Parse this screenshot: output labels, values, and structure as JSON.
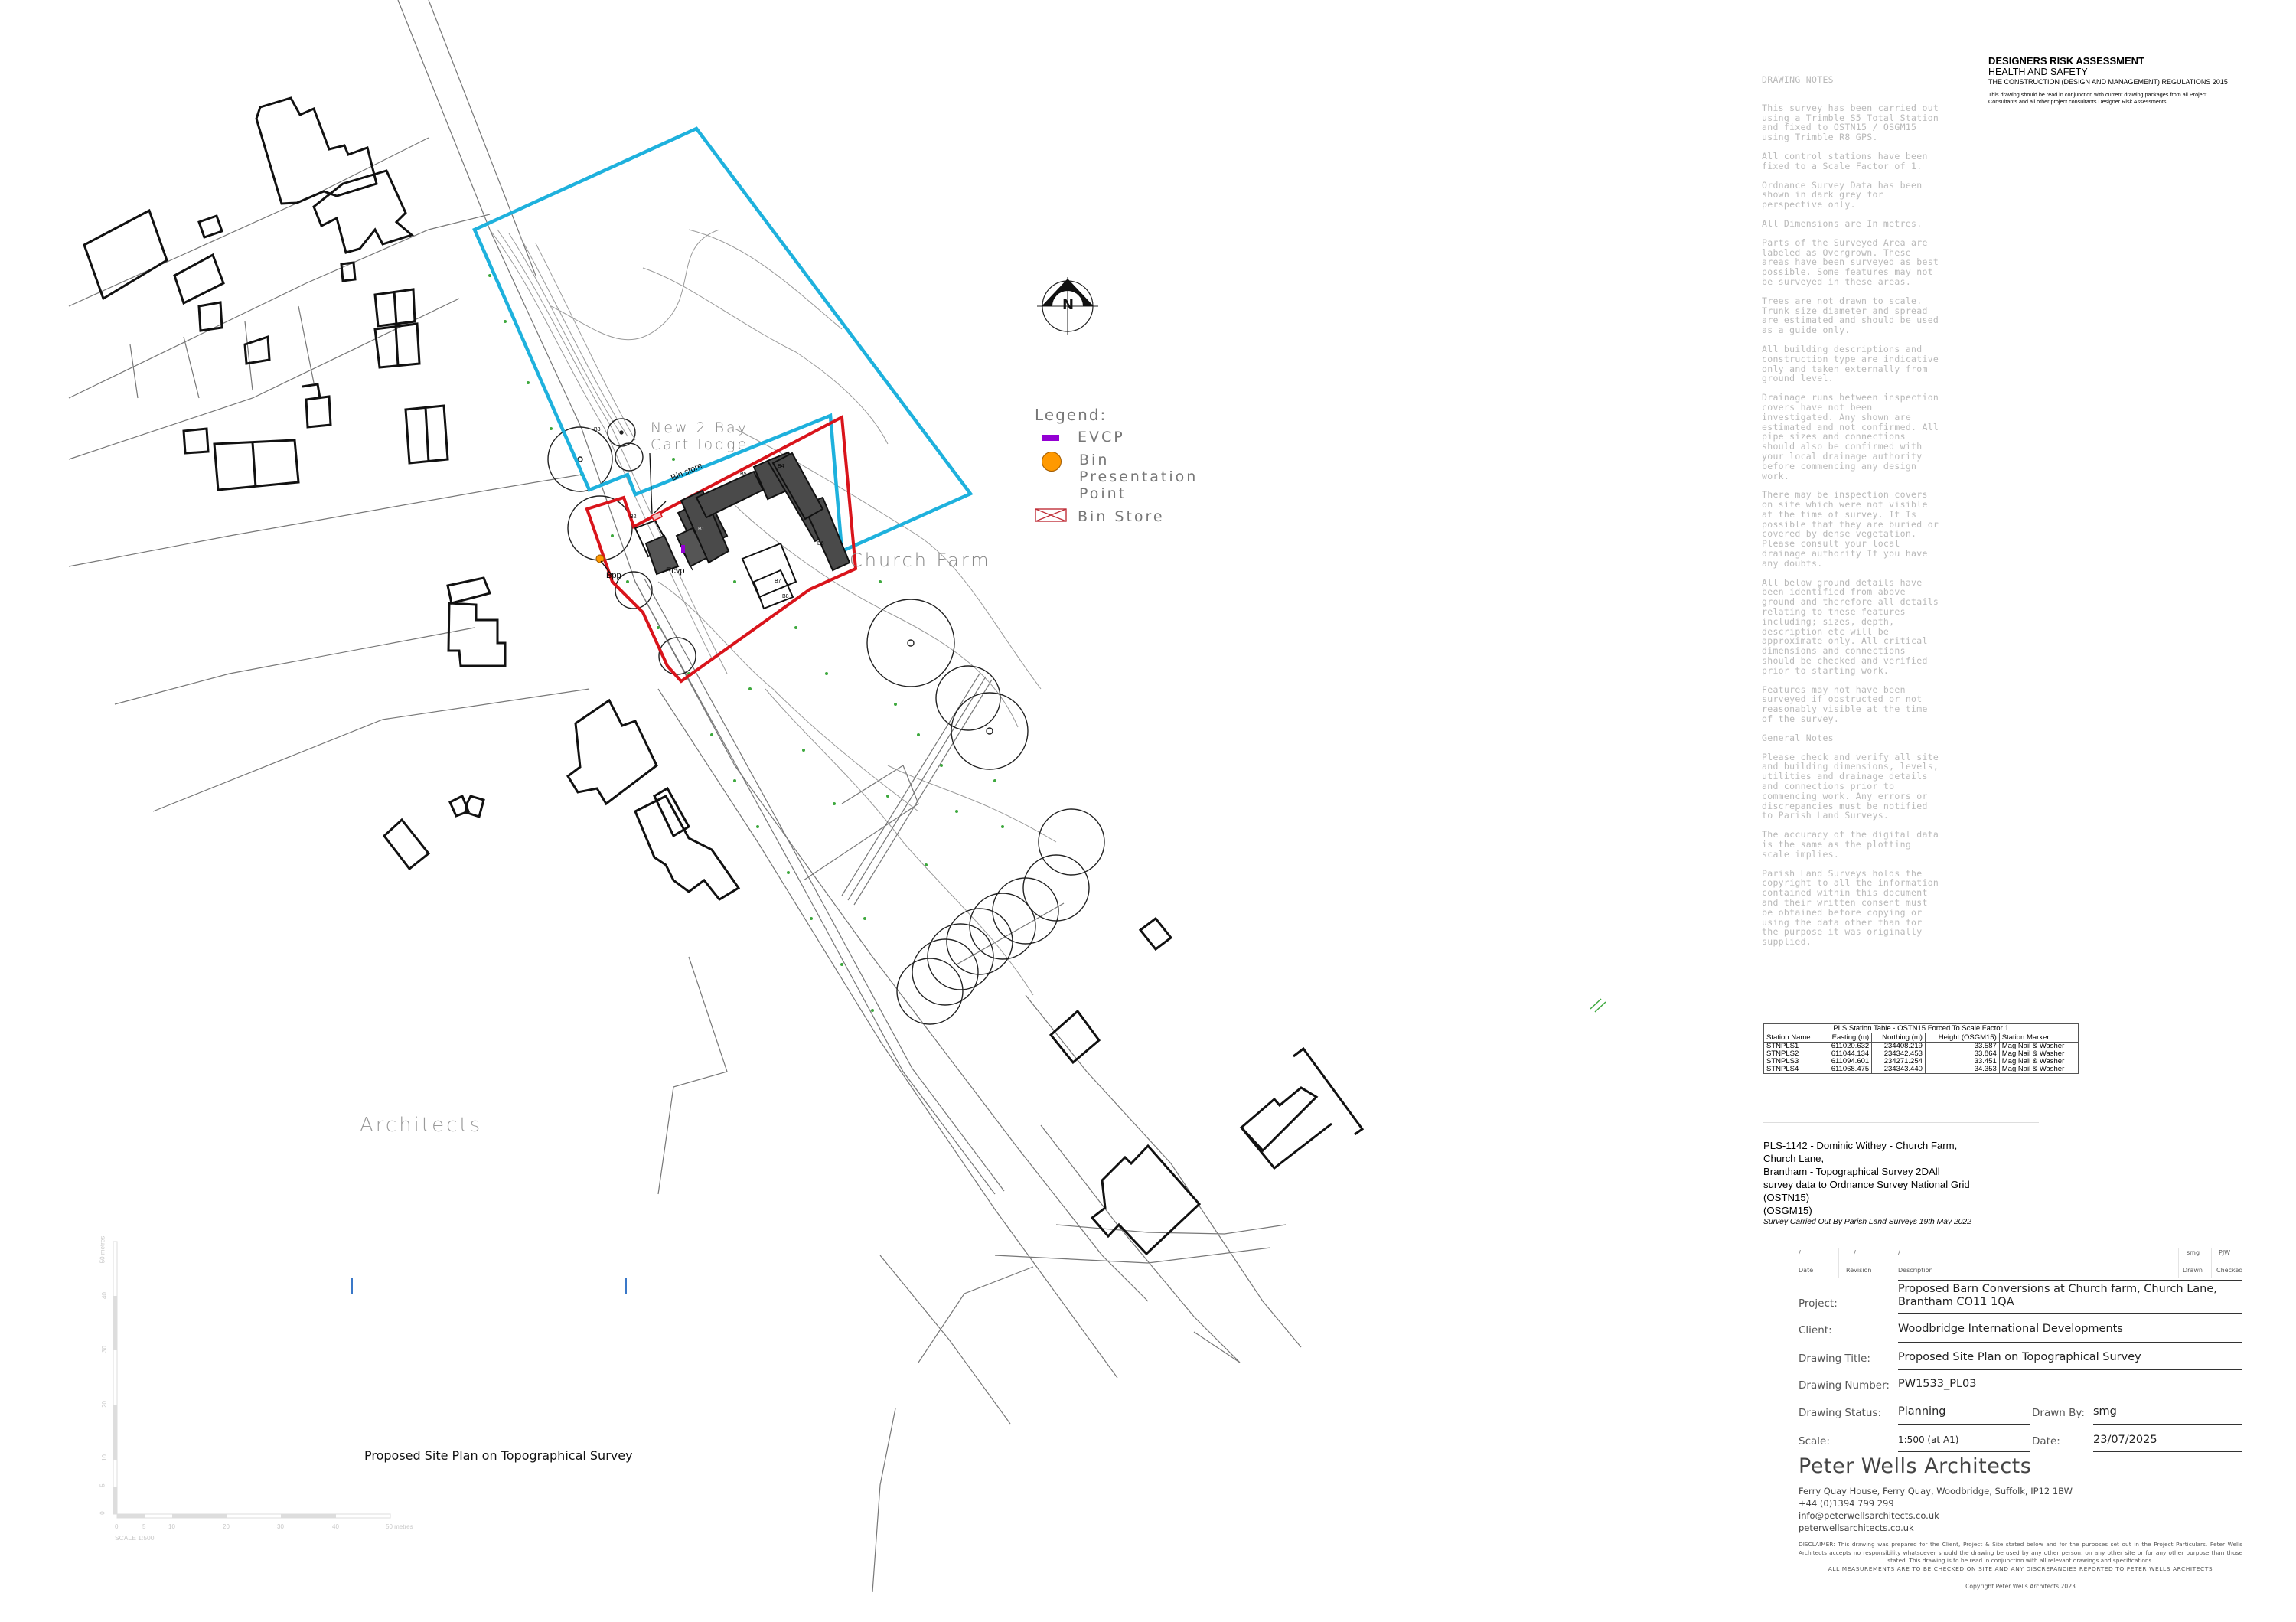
{
  "document": {
    "type": "architectural site plan drawing",
    "sheet_title": "Proposed Site Plan on Topographical Survey"
  },
  "plan": {
    "labels": {
      "cart_lodge": "New 2 Bay Cart lodge",
      "farm_name": "Church Farm",
      "bin_store": "Bin store",
      "ecvp": "Ecvp",
      "bpp": "Bpp",
      "watermark": "Architects",
      "north": "N"
    },
    "building_tags": [
      "B1",
      "B2",
      "B3",
      "B4",
      "B5",
      "B6",
      "B7",
      "B8"
    ],
    "colors": {
      "site_boundary": "#1eb1dd",
      "red_line": "#d9141b",
      "proposed_building": "#4a4a4a",
      "evcp": "#9400d3",
      "bin_point": "#ff9900",
      "survey_points": "#3da83d"
    },
    "caption": "Proposed Site Plan on Topographical Survey"
  },
  "legend": {
    "title": "Legend:",
    "items": [
      {
        "label": "EVCP",
        "symbol": "purple-rectangle"
      },
      {
        "label": "Bin Presentation Point",
        "symbol": "orange-circle"
      },
      {
        "label": "Bin Store",
        "symbol": "red-crossed-rectangle"
      }
    ]
  },
  "scale_bars": {
    "horizontal_ticks": [
      "0",
      "5",
      "10",
      "20",
      "30",
      "40",
      "50 metres"
    ],
    "vertical_ticks": [
      "0",
      "5",
      "10",
      "20",
      "30",
      "40",
      "50 metres"
    ],
    "caption": "SCALE 1:500"
  },
  "designers_risk": {
    "title": "DESIGNERS RISK ASSESSMENT",
    "subtitle": "HEALTH AND SAFETY",
    "regulation": "THE CONSTRUCTION (DESIGN AND MANAGEMENT) REGULATIONS 2015",
    "note": "This drawing should be read in conjunction with current drawing packages from all Project Consultants and all other project consultants Designer Risk Assessments."
  },
  "drawing_notes": {
    "heading": "DRAWING NOTES",
    "paragraphs": [
      "This survey has been carried out using a Trimble S5 Total Station and fixed to OSTN15 / OSGM15 using Trimble R8 GPS.",
      "All control stations have been fixed to a Scale Factor of 1.",
      "Ordnance Survey Data has been shown in dark grey for perspective only.",
      "All Dimensions are In metres.",
      "Parts of the Surveyed Area are labeled as Overgrown. These areas have been surveyed as best possible. Some features may not be surveyed in these areas.",
      "Trees are not drawn to scale. Trunk size diameter and spread are estimated and should be used as a guide only.",
      "All building descriptions and construction type are indicative only and taken externally from ground level.",
      "Drainage runs between inspection covers have not been investigated. Any shown are estimated and not confirmed. All pipe sizes and connections should also be confirmed with your local drainage authority before commencing any design work.",
      "There may be inspection covers on site which were not visible at the time of survey. It Is possible that they are buried or covered by dense vegetation. Please consult your local drainage authority If you have any doubts.",
      "All below ground details have been identified from above ground and therefore all details relating to these features including; sizes, depth, description etc will be approximate only. All critical dimensions and connections should be checked and verified prior to starting work.",
      "Features may not have been surveyed if obstructed or not reasonably visible at the time of the survey."
    ],
    "general_heading": "General Notes",
    "general_paragraphs": [
      "Please check and verify all site and building dimensions, levels, utilities and drainage details and connections prior to commencing work.  Any errors or discrepancies must be notified to Parish Land Surveys.",
      "The accuracy of the digital data is the same as the plotting scale implies.",
      "Parish Land Surveys holds the copyright to all the information contained within this document and their written consent must be obtained before copying or using the data other than for the purpose it was originally supplied."
    ]
  },
  "station_table": {
    "caption": "PLS Station Table - OSTN15 Forced To Scale Factor 1",
    "columns": [
      "Station Name",
      "Easting (m)",
      "Northing (m)",
      "Height (OSGM15)",
      "Station Marker"
    ],
    "rows": [
      [
        "STNPLS1",
        "611020.632",
        "234408.219",
        "33.587",
        "Mag Nail & Washer"
      ],
      [
        "STNPLS2",
        "611044.134",
        "234342.453",
        "33.864",
        "Mag Nail & Washer"
      ],
      [
        "STNPLS3",
        "611094.601",
        "234271.254",
        "33.451",
        "Mag Nail & Washer"
      ],
      [
        "STNPLS4",
        "611068.475",
        "234343.440",
        "34.353",
        "Mag Nail & Washer"
      ]
    ]
  },
  "survey_info": {
    "lines": [
      "PLS-1142 - Dominic Withey - Church Farm,",
      "Church Lane,",
      "Brantham - Topographical Survey 2DAll",
      "survey data to Ordnance Survey National Grid",
      "(OSTN15)",
      "(OSGM15)"
    ],
    "credit": "Survey Carried Out By Parish Land Surveys 19th May 2022"
  },
  "revision_table": {
    "values": {
      "date": "/",
      "revision": "/",
      "description": "/",
      "drawn": "smg",
      "checked": "PJW"
    },
    "headers": {
      "date": "Date",
      "revision": "Revision",
      "description": "Description",
      "drawn": "Drawn",
      "checked": "Checked"
    }
  },
  "title_block": {
    "project_label": "Project:",
    "project_value": "Proposed Barn Conversions at Church farm, Church Lane, Brantham CO11 1QA",
    "client_label": "Client:",
    "client_value": "Woodbridge International Developments",
    "drawing_title_label": "Drawing Title:",
    "drawing_title_value": "Proposed Site Plan on Topographical Survey",
    "drawing_number_label": "Drawing Number:",
    "drawing_number_value": "PW1533_PL03",
    "drawing_status_label": "Drawing Status:",
    "drawing_status_value": "Planning",
    "drawn_by_label": "Drawn By:",
    "drawn_by_value": "smg",
    "scale_label": "Scale:",
    "scale_value": "1:500 (at A1)",
    "date_label": "Date:",
    "date_value": "23/07/2025"
  },
  "practice": {
    "name": "Peter Wells Architects",
    "address": "Ferry Quay House, Ferry Quay, Woodbridge, Suffolk, IP12 1BW",
    "phone": "+44 (0)1394 799 299",
    "email": "info@peterwellsarchitects.co.uk",
    "website": "peterwellsarchitects.co.uk",
    "disclaimer": "DISCLAIMER:  This drawing was prepared for the Client, Project & Site stated below and for the purposes set out in the Project Particulars. Peter Wells Architects accepts no responsibility whatsoever should the drawing be used by any other person, on any other site or for any other purpose than those stated. This drawing is to be read in conjunction with all relevant drawings and specifications.",
    "disclaimer_caps": "ALL MEASUREMENTS ARE TO BE CHECKED ON SITE AND ANY DISCREPANCIES REPORTED TO PETER WELLS ARCHITECTS",
    "copyright": "Copyright Peter Wells Architects 2023"
  }
}
